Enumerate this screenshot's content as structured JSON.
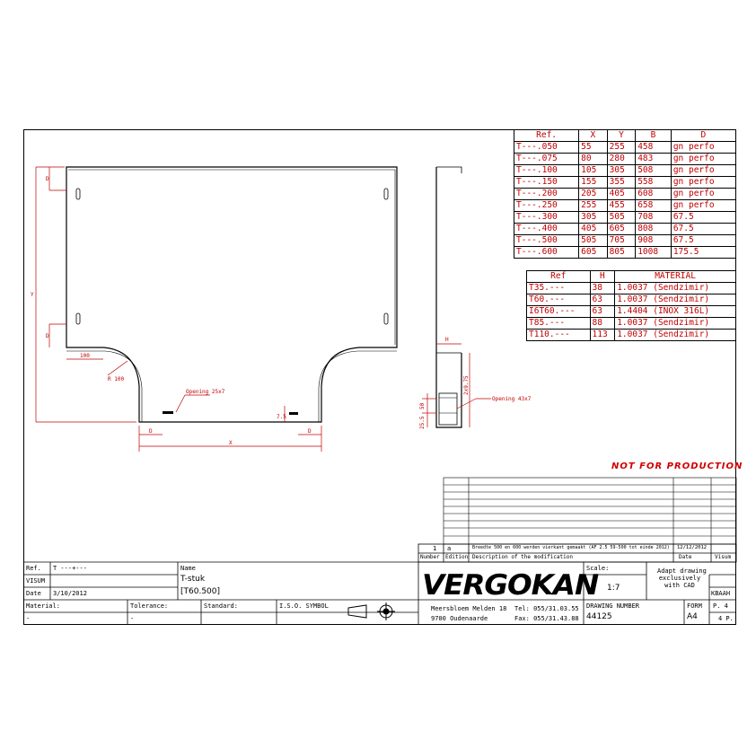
{
  "ref_table": {
    "headers": [
      "Ref.",
      "X",
      "Y",
      "B",
      "D"
    ],
    "rows": [
      [
        "T---.050",
        "55",
        "255",
        "458",
        "gn perfo"
      ],
      [
        "T---.075",
        "80",
        "280",
        "483",
        "gn perfo"
      ],
      [
        "T---.100",
        "105",
        "305",
        "508",
        "gn perfo"
      ],
      [
        "T---.150",
        "155",
        "355",
        "558",
        "gn perfo"
      ],
      [
        "T---.200",
        "205",
        "405",
        "608",
        "gn perfo"
      ],
      [
        "T---.250",
        "255",
        "455",
        "658",
        "gn perfo"
      ],
      [
        "T---.300",
        "305",
        "505",
        "708",
        "67.5"
      ],
      [
        "T---.400",
        "405",
        "605",
        "808",
        "67.5"
      ],
      [
        "T---.500",
        "505",
        "705",
        "908",
        "67.5"
      ],
      [
        "T---.600",
        "605",
        "805",
        "1008",
        "175.5"
      ]
    ]
  },
  "material_table": {
    "headers": [
      "Ref",
      "H",
      "MATERIAL"
    ],
    "rows": [
      [
        "T35.---",
        "38",
        "1.0037 (Sendzimir)"
      ],
      [
        "T60.---",
        "63",
        "1.0037 (Sendzimir)"
      ],
      [
        "I6T60.---",
        "63",
        "1.4404 (INOX 316L)"
      ],
      [
        "T85.---",
        "88",
        "1.0037 (Sendzimir)"
      ],
      [
        "T110.---",
        "113",
        "1.0037 (Sendzimir)"
      ]
    ]
  },
  "drawing_labels": {
    "d_top": "D",
    "d_mid": "D",
    "y": "Y",
    "dim_100": "100",
    "radius": "R 100",
    "opening_left": "Opening 25x7",
    "dim_7_5": "7.5",
    "d_bottom_left": "D",
    "d_bottom_right": "D",
    "x": "X",
    "h": "H",
    "dim_side": "2x9.75",
    "dim_side_small": "25.5",
    "dim_side_50": "50",
    "opening_right": "Opening 43x7"
  },
  "stamp": "NOT FOR PRODUCTION",
  "revision": {
    "number": "1",
    "edition": "a",
    "description": "Breedte 500 en 600 werden vierkant gemaakt (AF 2.5 59-500 tot einde 2012)",
    "date": "12/12/2012",
    "header_number": "Number",
    "header_edition": "Edition",
    "header_description": "Description of the modification",
    "header_date": "Date",
    "header_visum": "Visum"
  },
  "title_block": {
    "ref_label": "Ref.",
    "ref_value": "T ---+---",
    "visum_label": "VISUM",
    "date_label": "Date",
    "date_value": "3/10/2012",
    "name_label": "Name",
    "name_value": "T-stuk",
    "name_sub": "[T60.500]",
    "material_label": "Material:",
    "material_value": "-",
    "tolerance_label": "Tolerance:",
    "tolerance_value": "-",
    "standard_label": "Standard:",
    "symbol_label": "I.S.O. SYMBOL",
    "company": "VERGOKAN",
    "address_1": "Meersbloem Melden 18",
    "address_2": "9700 Oudenaarde",
    "tel": "Tel: 055/31.03.55",
    "fax": "Fax: 055/31.43.88",
    "scale_label": "Scale:",
    "scale_value": "1:7",
    "note": [
      "Adapt drawing",
      "exclusively",
      "with CAD"
    ],
    "drawing_number_label": "DRAWING NUMBER",
    "drawing_number": "44125",
    "form_label": "FORM",
    "form_value": "A4",
    "code": "KBAAH",
    "page": "P. 4",
    "pages": "4 P."
  }
}
